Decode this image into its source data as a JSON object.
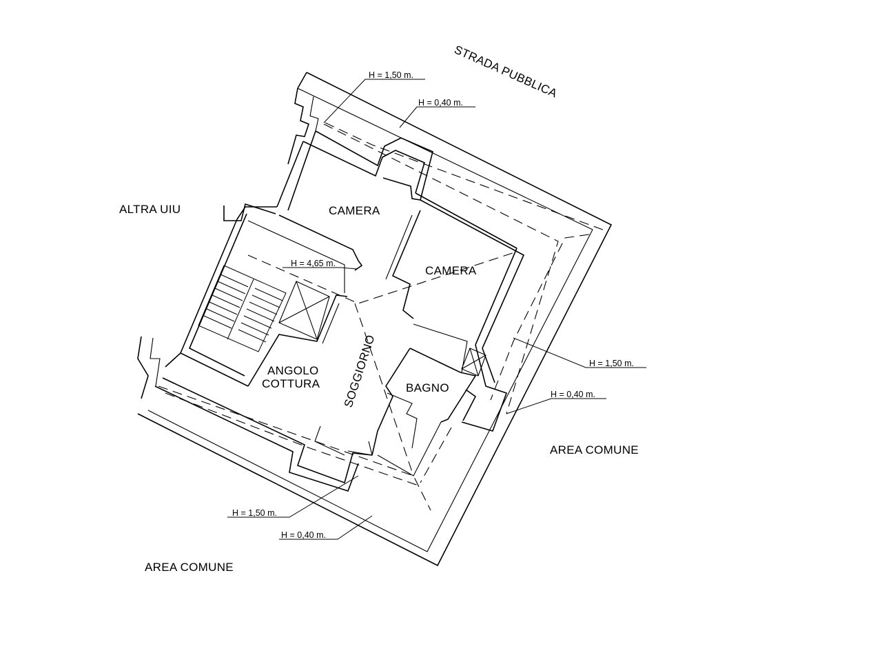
{
  "labels": {
    "strada": "STRADA PUBBLICA",
    "altra_uiu": "ALTRA UIU",
    "area_comune_right": "AREA COMUNE",
    "area_comune_bottom": "AREA COMUNE",
    "camera_1": "CAMERA",
    "camera_2": "CAMERA",
    "angolo": "ANGOLO",
    "cottura": "COTTURA",
    "soggiorno": "SOGGIORNO",
    "bagno": "BAGNO"
  },
  "heights": {
    "top_150": "H = 1,50 m.",
    "top_040": "H = 0,40 m.",
    "center_465": "H = 4,65 m.",
    "right_150": "H = 1,50 m.",
    "right_040": "H = 0,40 m.",
    "bottom_150": "H = 1,50 m.",
    "bottom_040": "H = 0,40 m."
  }
}
